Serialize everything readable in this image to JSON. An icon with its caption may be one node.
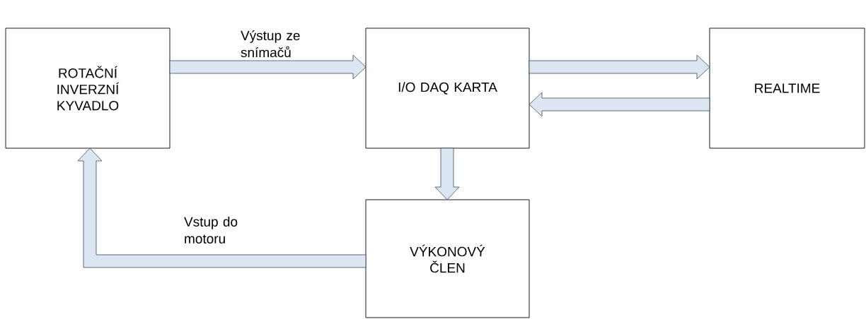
{
  "diagram": {
    "nodes": [
      {
        "text": [
          "ROTAČNÍ INVERZNÍ KYVADLO"
        ]
      },
      {
        "text": [
          "I/O DAQ KARTA"
        ]
      },
      {
        "text": [
          "REALTIME"
        ]
      },
      {
        "text": [
          "VÝKONOVÝ ČLEN"
        ]
      }
    ],
    "edges": [
      {
        "from": 0,
        "to": 1,
        "arrow": "to",
        "label": "Výstup ze snímačů"
      },
      {
        "from": 1,
        "to": 2,
        "arrow": "to"
      },
      {
        "from": 2,
        "to": 1,
        "arrow": "to"
      },
      {
        "from": 1,
        "to": 3,
        "arrow": "to"
      },
      {
        "from": 3,
        "to": 0,
        "arrow": "to",
        "label": "Vstup do motoru"
      }
    ]
  }
}
